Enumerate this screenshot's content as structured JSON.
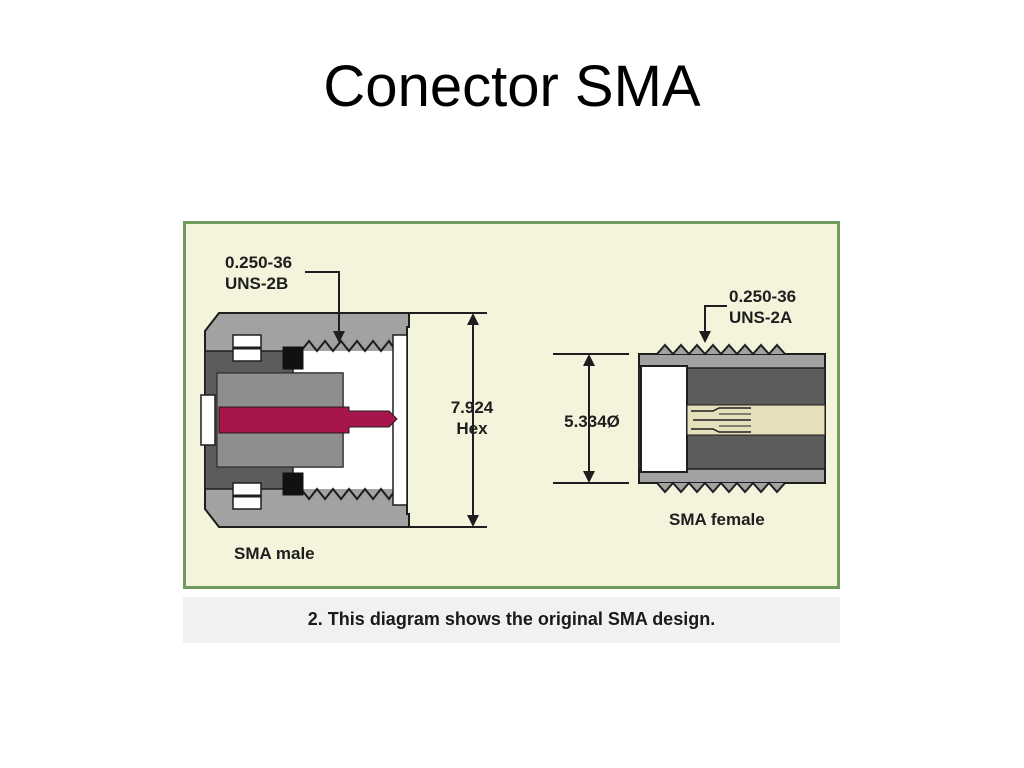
{
  "slide": {
    "title": "Conector SMA"
  },
  "diagram": {
    "male_thread_spec": {
      "line1": "0.250-36",
      "line2": "UNS-2B"
    },
    "female_thread_spec": {
      "line1": "0.250-36",
      "line2": "UNS-2A"
    },
    "hex_dimension": {
      "value": "7.924",
      "label": "Hex"
    },
    "diameter_dimension": {
      "value": "5.334Ø"
    },
    "male_label": "SMA male",
    "female_label": "SMA female",
    "colors": {
      "panel_background": "#f4f3dc",
      "panel_border": "#6f9c5c",
      "body_metal": "#a2a2a2",
      "dark_metal": "#5c5c5c",
      "center_pin": "#a8154d",
      "outline": "#1e1e1e"
    }
  },
  "caption": "2. This diagram shows the original SMA design."
}
